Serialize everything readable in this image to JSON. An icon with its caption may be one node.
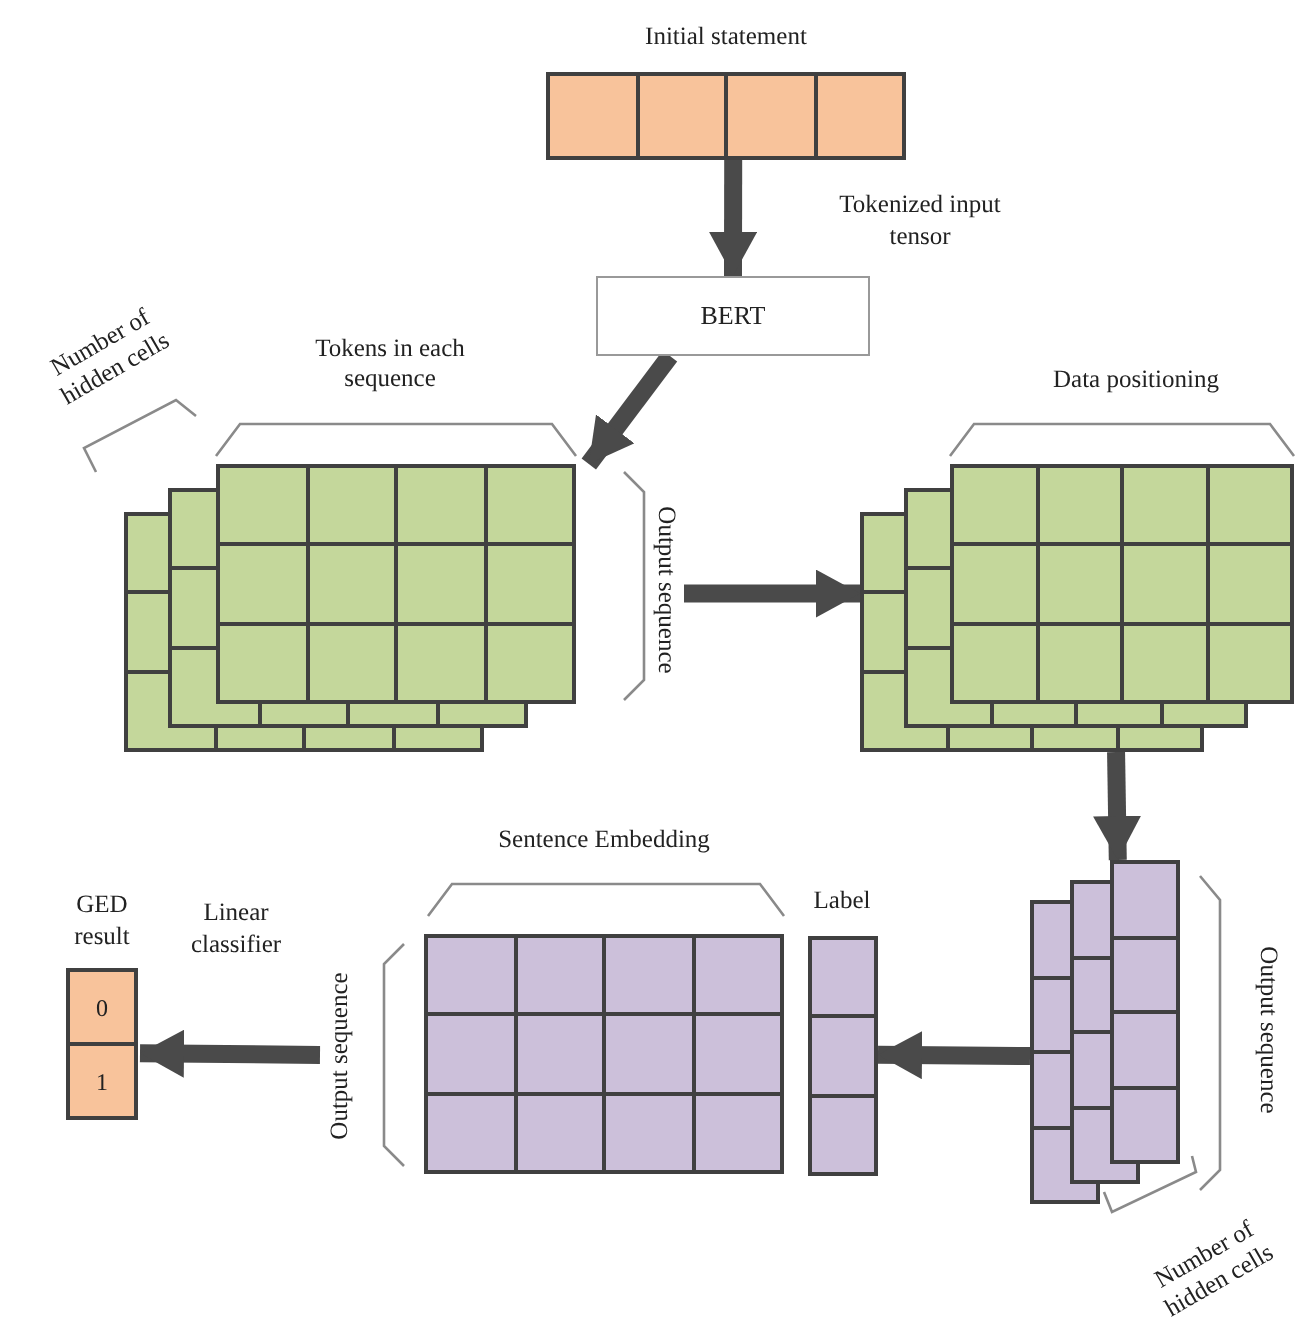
{
  "diagram": {
    "nodes": [
      {
        "text": [
          "Initial statement"
        ]
      },
      {
        "text": [
          "BERT"
        ]
      },
      {
        "text": [],
        "shape": "box",
        "beside": [
          "Tokens in each sequence",
          "Number of hidden cells",
          "Output sequence"
        ]
      },
      {
        "text": [],
        "shape": "box",
        "beside": [
          "Data positioning"
        ]
      },
      {
        "text": [],
        "shape": "box",
        "beside": [
          "Output sequence",
          "Number of hidden cells"
        ]
      },
      {
        "text": [],
        "shape": "box",
        "beside": [
          "Sentence Embedding",
          "Output sequence"
        ]
      },
      {
        "text": [
          "Label"
        ]
      },
      {
        "text": [
          "GED result",
          "0",
          "1"
        ]
      }
    ],
    "edges": [
      {
        "from": 0,
        "to": 1,
        "arrow": "to",
        "label": "Tokenized input tensor"
      },
      {
        "from": 1,
        "to": 2,
        "arrow": "to"
      },
      {
        "from": 2,
        "to": 3,
        "arrow": "to"
      },
      {
        "from": 3,
        "to": 4,
        "arrow": "to"
      },
      {
        "from": 4,
        "to": 6,
        "arrow": "to"
      },
      {
        "from": 5,
        "to": 7,
        "arrow": "to",
        "label": "Linear classifier"
      }
    ]
  }
}
